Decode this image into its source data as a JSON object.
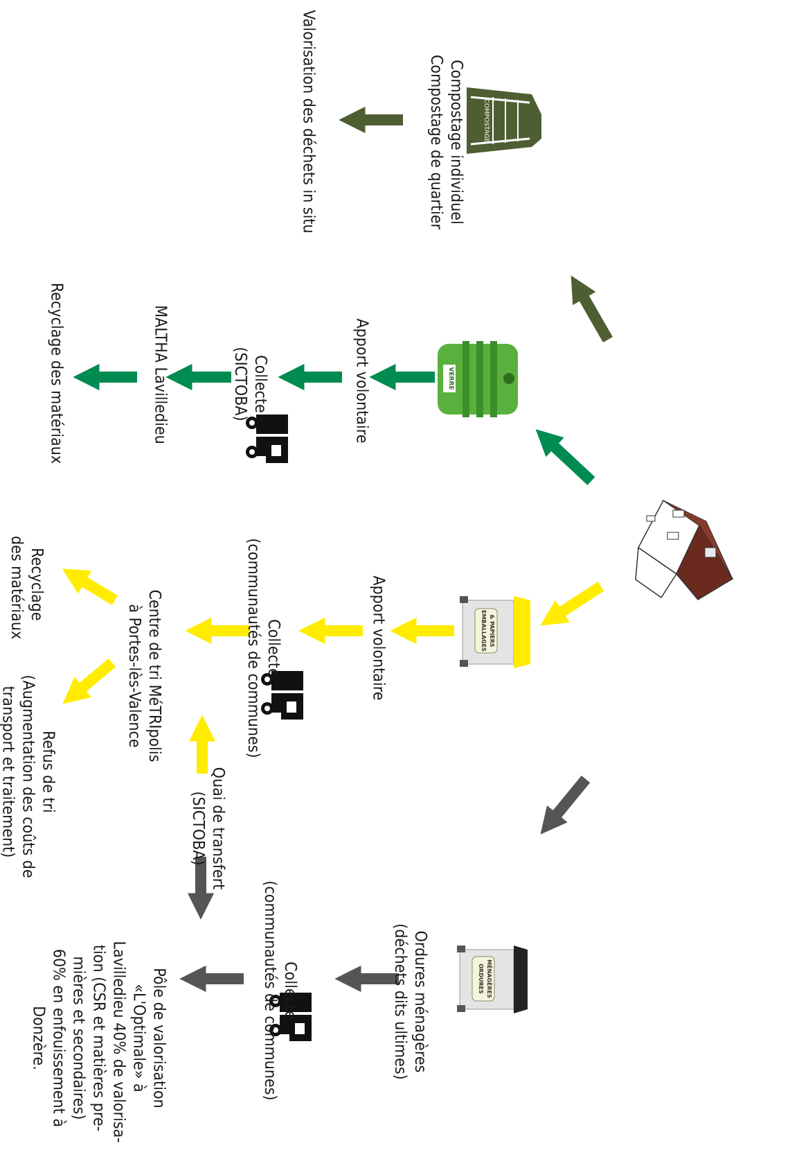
{
  "colors": {
    "compost": "#4e5e33",
    "glass": "#008c50",
    "packaging": "#ffec00",
    "household": "#555555"
  },
  "compost": {
    "bin_label": "COMPOSTAGE",
    "title_1": "Compostage individuel",
    "title_2": "Compostage de quartier",
    "result": "Valorisation des déchets in situ"
  },
  "glass": {
    "bin_label": "VERRE",
    "step_1": "Apport volontaire",
    "step_2a": "Collecte",
    "step_2b": "(SICTOBA)",
    "step_3": "MALTHA Lavilledieu",
    "step_4": "Recyclage des matériaux"
  },
  "packaging": {
    "bin_label_1": "EMBALLAGES",
    "bin_label_2": "& PAPIERS",
    "step_1": "Apport volontaire",
    "step_2a": "Collecte",
    "step_2b": "(communautés de communes)",
    "step_3a": "Centre de tri MéTRIpolis",
    "step_3b": "à Portes-lès-Valence",
    "recycle_1": "Recyclage",
    "recycle_2": "des matériaux",
    "refuse_1": "Refus de tri",
    "refuse_2": "(Augmentation des coûts de",
    "refuse_3": "transport et traitement)",
    "transfer_1": "Quai de transfert",
    "transfer_2": "(SICTOBA)"
  },
  "household": {
    "bin_label_1": "ORDURES",
    "bin_label_2": "MÉNAGÈRES",
    "title_1": "Ordures ménagères",
    "title_2": "(déchets dits ultimes)",
    "step_2a": "Collecte",
    "step_2b": "(communautés de communes)",
    "pole_1": "Pôle de valorisation",
    "pole_2": "«L'Optimale» à",
    "pole_3": "Lavilledieu 40% de valorisa-",
    "pole_4": "tion (CSR et matières pre-",
    "pole_5": "mières et secondaires)",
    "pole_6": "60% en enfouissement à",
    "pole_7": "Donzère."
  }
}
